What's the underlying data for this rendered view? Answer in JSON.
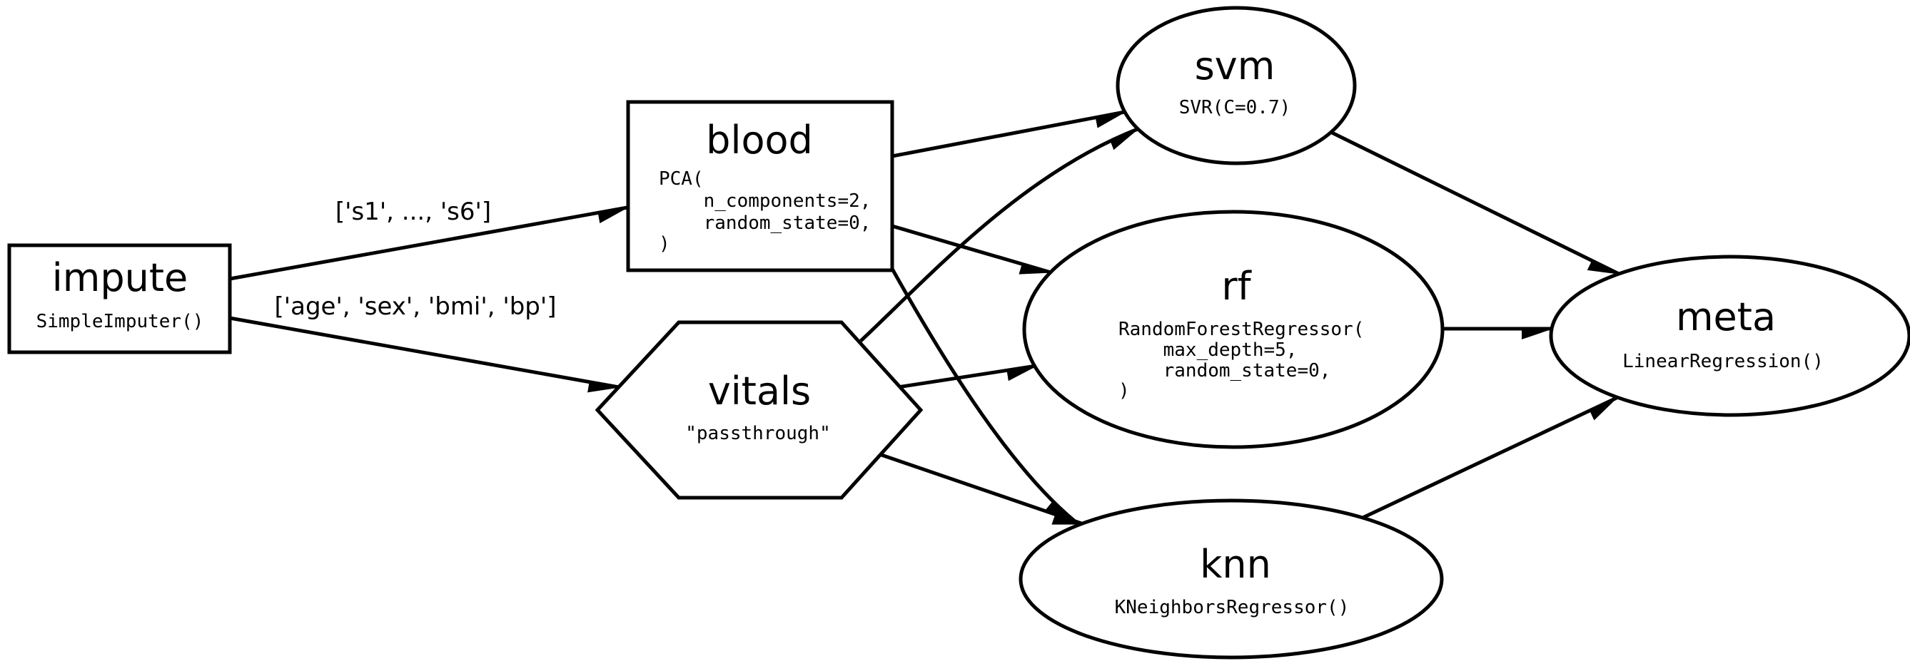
{
  "colors": {
    "background": "#ffffff",
    "stroke": "#000000",
    "text": "#000000"
  },
  "nodes": {
    "impute": {
      "shape": "box",
      "label": "impute",
      "code": [
        "SimpleImputer()"
      ]
    },
    "blood": {
      "shape": "box",
      "label": "blood",
      "code": [
        "PCA(",
        "    n_components=2,",
        "    random_state=0,",
        ")"
      ]
    },
    "vitals": {
      "shape": "hexagon",
      "label": "vitals",
      "code": [
        "\"passthrough\""
      ]
    },
    "svm": {
      "shape": "ellipse",
      "label": "svm",
      "code": [
        "SVR(C=0.7)"
      ]
    },
    "rf": {
      "shape": "ellipse",
      "label": "rf",
      "code": [
        "RandomForestRegressor(",
        "    max_depth=5,",
        "    random_state=0,",
        ")"
      ]
    },
    "knn": {
      "shape": "ellipse",
      "label": "knn",
      "code": [
        "KNeighborsRegressor()"
      ]
    },
    "meta": {
      "shape": "ellipse",
      "label": "meta",
      "code": [
        "LinearRegression()"
      ]
    }
  },
  "edges": [
    {
      "from": "impute",
      "to": "blood",
      "label": "['s1', ..., 's6']"
    },
    {
      "from": "impute",
      "to": "vitals",
      "label": "['age', 'sex', 'bmi', 'bp']"
    },
    {
      "from": "blood",
      "to": "svm"
    },
    {
      "from": "blood",
      "to": "rf"
    },
    {
      "from": "blood",
      "to": "knn"
    },
    {
      "from": "vitals",
      "to": "svm"
    },
    {
      "from": "vitals",
      "to": "rf"
    },
    {
      "from": "vitals",
      "to": "knn"
    },
    {
      "from": "svm",
      "to": "meta"
    },
    {
      "from": "rf",
      "to": "meta"
    },
    {
      "from": "knn",
      "to": "meta"
    }
  ]
}
